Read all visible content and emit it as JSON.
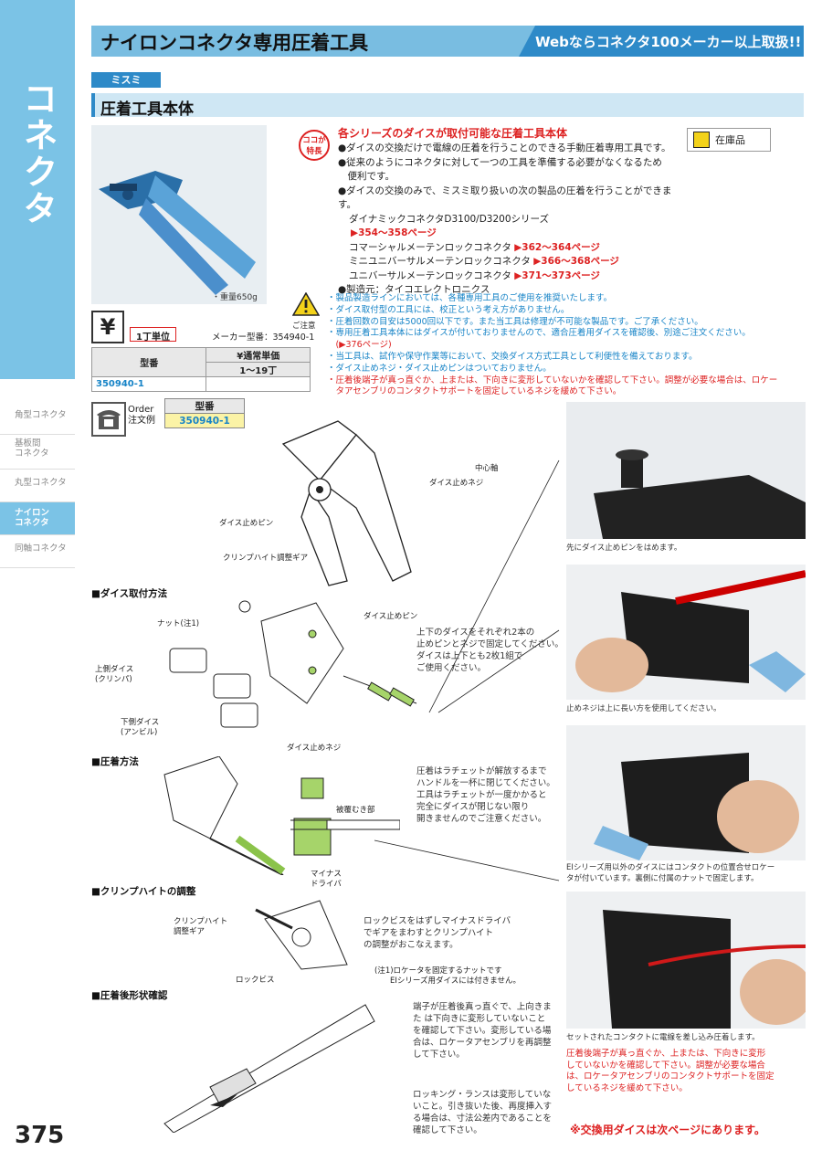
{
  "header": {
    "title": "ナイロンコネクタ専用圧着工具",
    "tag": "Webならコネクタ100メーカー以上取扱!!"
  },
  "sidebar": {
    "title": "コネクタ",
    "items": [
      {
        "label": "角型コネクタ",
        "active": false
      },
      {
        "label": "基板間\nコネクタ",
        "active": false
      },
      {
        "label": "丸型コネクタ",
        "active": false
      },
      {
        "label": "ナイロン\nコネクタ",
        "active": true
      },
      {
        "label": "同軸コネクタ",
        "active": false
      }
    ]
  },
  "page_number": "375",
  "maker": "ミスミ",
  "product_title": "圧着工具本体",
  "weight": "・重量650g",
  "feature_badge": "ココが特長",
  "features": {
    "title": "各シリーズのダイスが取付可能な圧着工具本体",
    "bullets": [
      "●ダイスの交換だけで電線の圧着を行うことのできる手動圧着専用工具です。",
      "●従来のようにコネクタに対して一つの工具を準備する必要がなくなるため",
      "　便利です。",
      "●ダイスの交換のみで、ミスミ取り扱いの次の製品の圧着を行うことができます。"
    ],
    "series": [
      {
        "name": "ダイナミックコネクタD3100/D3200シリーズ",
        "ref": "▶354〜358ページ"
      },
      {
        "name": "コマーシャルメーテンロックコネクタ",
        "ref": "▶362〜364ページ"
      },
      {
        "name": "ミニユニバーサルメーテンロックコネクタ",
        "ref": "▶366〜368ページ"
      },
      {
        "name": "ユニバーサルメーテンロックコネクタ",
        "ref": "▶371〜373ページ"
      }
    ],
    "maker_line": "●製造元：タイコエレクトロニクス"
  },
  "stock": "在庫品",
  "unit": "1丁単位",
  "maker_part": "メーカー型番：354940-1",
  "price_table": {
    "col_part": "型番",
    "col_price": "¥通常単価",
    "col_qty": "1〜19丁",
    "part": "350940-1",
    "price": ""
  },
  "caution": {
    "label": "ご注意",
    "items": [
      {
        "text": "・製品製造ラインにおいては、各種専用工具のご使用を推奨いたします。",
        "red": false
      },
      {
        "text": "・ダイス取付型の工具には、校正という考え方がありません。",
        "red": false
      },
      {
        "text": "・圧着回数の目安は5000回以下です。また当工具は修理が不可能な製品です。ご了承ください。",
        "red": false
      },
      {
        "text": "・専用圧着工具本体にはダイスが付いておりませんので、適合圧着用ダイスを確認後、別途ご注文ください。",
        "red": false
      },
      {
        "text": "　(▶376ページ)",
        "red": true
      },
      {
        "text": "・当工具は、試作や保守作業等において、交換ダイス方式工具として利便性を備えております。",
        "red": false
      },
      {
        "text": "・ダイス止めネジ・ダイス止めピンはついておりません。",
        "red": false
      },
      {
        "text": "・圧着後端子が真っ直ぐか、上または、下向きに変形していないかを確認して下さい。調整が必要な場合は、ロケー",
        "red": true
      },
      {
        "text": "　タアセンブリのコンタクトサポートを固定しているネジを緩めて下さい。",
        "red": true
      }
    ]
  },
  "order": {
    "label1": "Order",
    "label2": "注文例",
    "col": "型番",
    "part": "350940-1"
  },
  "diagram1": {
    "labels": [
      "中心軸",
      "ダイス止めネジ",
      "ダイス止めピン",
      "クリンプハイト調整ギア"
    ]
  },
  "sections": {
    "s1": {
      "title": "■ダイス取付方法",
      "labels": [
        "ナット(注1)",
        "上側ダイス\n(クリンパ)",
        "下側ダイス\n(アンビル)",
        "ダイス止めピン",
        "ダイス止めネジ"
      ],
      "note": "上下のダイスをそれぞれ2本の\n止めピンとネジで固定してください。\nダイスは上下とも2枚1組で\nご使用ください。"
    },
    "s2": {
      "title": "■圧着方法",
      "labels": [
        "被覆むき部"
      ],
      "note": "圧着はラチェットが解放するまで\nハンドルを一杯に閉じてください。\n工具はラチェットが一度かかると\n完全にダイスが閉じない限り\n開きませんのでご注意ください。"
    },
    "s3": {
      "title": "■クリンプハイトの調整",
      "labels": [
        "マイナス\nドライバ",
        "クリンプハイト\n調整ギア",
        "ロックビス"
      ],
      "note": "ロックビスをはずしマイナスドライバ\nでギアをまわすとクリンプハイト\nの調整がおこなえます。",
      "footnote": "(注1)ロケータを固定するナットです\n　　EIシリーズ用ダイスには付きません。"
    },
    "s4": {
      "title": "■圧着後形状確認",
      "note1": "端子が圧着後真っ直ぐで、上向きま\nた は下向きに変形していないこと\nを確認して下さい。変形している場\n合は、ロケータアセンブリを再調整\nして下さい。",
      "note2": "ロッキング・ランスは変形していな\nいこと。引き抜いた後、再度挿入す\nる場合は、寸法公差内であることを\n確認して下さい。"
    }
  },
  "photos": {
    "cap1": "先にダイス止めピンをはめます。",
    "cap2": "止めネジは上に長い方を使用してください。",
    "cap3": "EIシリーズ用以外のダイスにはコンタクトの位置合せロケー\nタが付いています。裏側に付属のナットで固定します。",
    "cap4": "セットされたコンタクトに電線を差し込み圧着します。",
    "cap4_red": "圧着後端子が真っ直ぐか、上または、下向きに変形\nしていないかを確認して下さい。調整が必要な場合\nは、ロケータアセンブリのコンタクトサポートを固定\nしているネジを緩めて下さい。"
  },
  "next_note": "※交換用ダイスは次ページにあります。",
  "colors": {
    "accent": "#2e8ac8",
    "sidebar": "#7bc3e6",
    "red": "#d22222",
    "link": "#1784c7"
  }
}
